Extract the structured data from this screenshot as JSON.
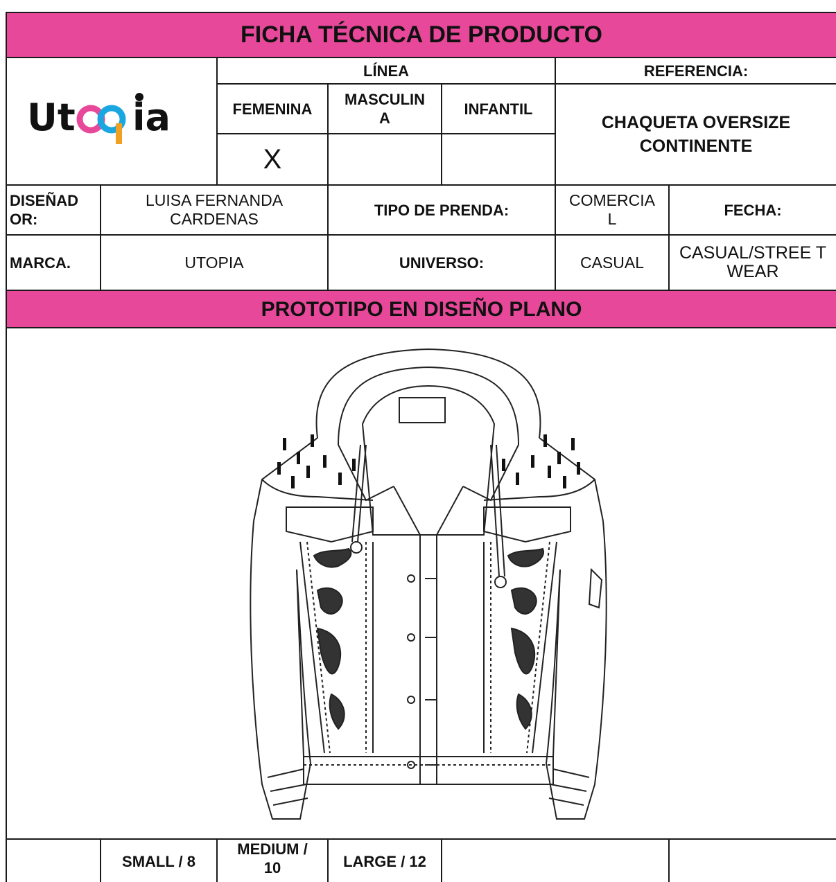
{
  "header": {
    "title": "FICHA TÉCNICA DE PRODUCTO"
  },
  "brand_logo": {
    "text": "Utopia",
    "colors": {
      "primary": "#111111",
      "accent_pink": "#e8489a",
      "accent_blue": "#1aa7e0",
      "accent_orange": "#f0a023"
    }
  },
  "linea": {
    "label": "LÍNEA",
    "options": [
      {
        "label": "FEMENINA",
        "mark": "X"
      },
      {
        "label": "MASCULIN\nA",
        "mark": ""
      },
      {
        "label": "INFANTIL",
        "mark": ""
      }
    ]
  },
  "referencia": {
    "label": "REFERENCIA:",
    "value": "CHAQUETA OVERSIZE CONTINENTE"
  },
  "row_designer": {
    "label": "DISEÑAD OR:",
    "value": "LUISA FERNANDA CARDENAS",
    "tipo_label": "TIPO DE PRENDA:",
    "tipo_value": "COMERCIA L",
    "fecha_label": "FECHA:"
  },
  "row_brand": {
    "label": "MARCA.",
    "value": "UTOPIA",
    "universo_label": "UNIVERSO:",
    "universo_value": "CASUAL",
    "style_value": "CASUAL/STREE T WEAR"
  },
  "prototype": {
    "title": "PROTOTIPO EN DISEÑO PLANO"
  },
  "sizes": {
    "small": "SMALL / 8",
    "medium": "MEDIUM / 10",
    "large": "LARGE / 12"
  },
  "colors": {
    "band_pink": "#e8489a",
    "border": "#1a1a1a"
  }
}
